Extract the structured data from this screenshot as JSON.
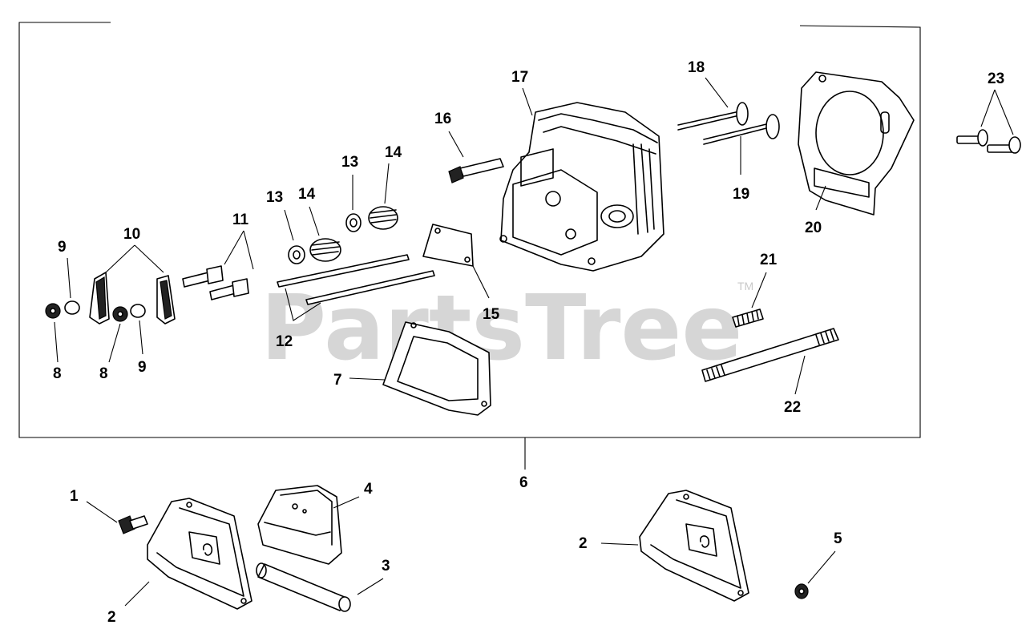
{
  "watermark": {
    "text": "PartsTree",
    "tm": "TM"
  },
  "labels": {
    "p1": "1",
    "p2a": "2",
    "p2b": "2",
    "p3": "3",
    "p4": "4",
    "p5": "5",
    "p6": "6",
    "p7": "7",
    "p8a": "8",
    "p8b": "8",
    "p9a": "9",
    "p9b": "9",
    "p10": "10",
    "p11": "11",
    "p12": "12",
    "p13a": "13",
    "p13b": "13",
    "p14a": "14",
    "p14b": "14",
    "p15": "15",
    "p16": "16",
    "p17": "17",
    "p18": "18",
    "p19": "19",
    "p20": "20",
    "p21": "21",
    "p22": "22",
    "p23": "23"
  }
}
